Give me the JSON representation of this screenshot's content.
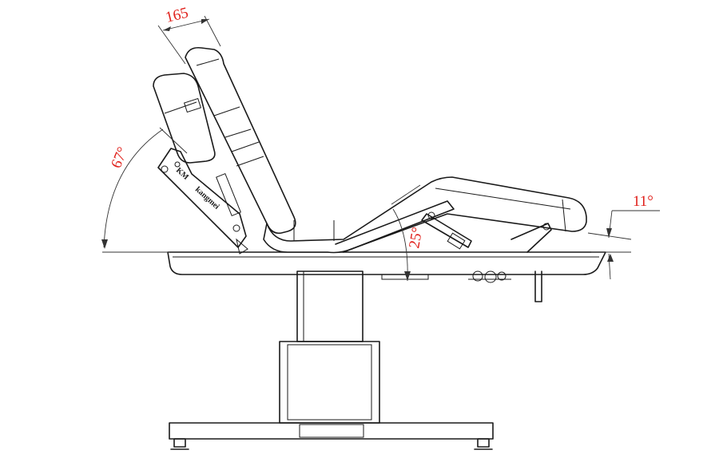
{
  "diagram": {
    "dimension_width": "165",
    "angle_backrest": "67°",
    "angle_seat": "25°",
    "angle_leg": "11°",
    "brand_primary": "kangmei",
    "brand_secondary": "KM"
  },
  "colors": {
    "annotation": "#e0201b",
    "line": "#1a1a1a"
  }
}
